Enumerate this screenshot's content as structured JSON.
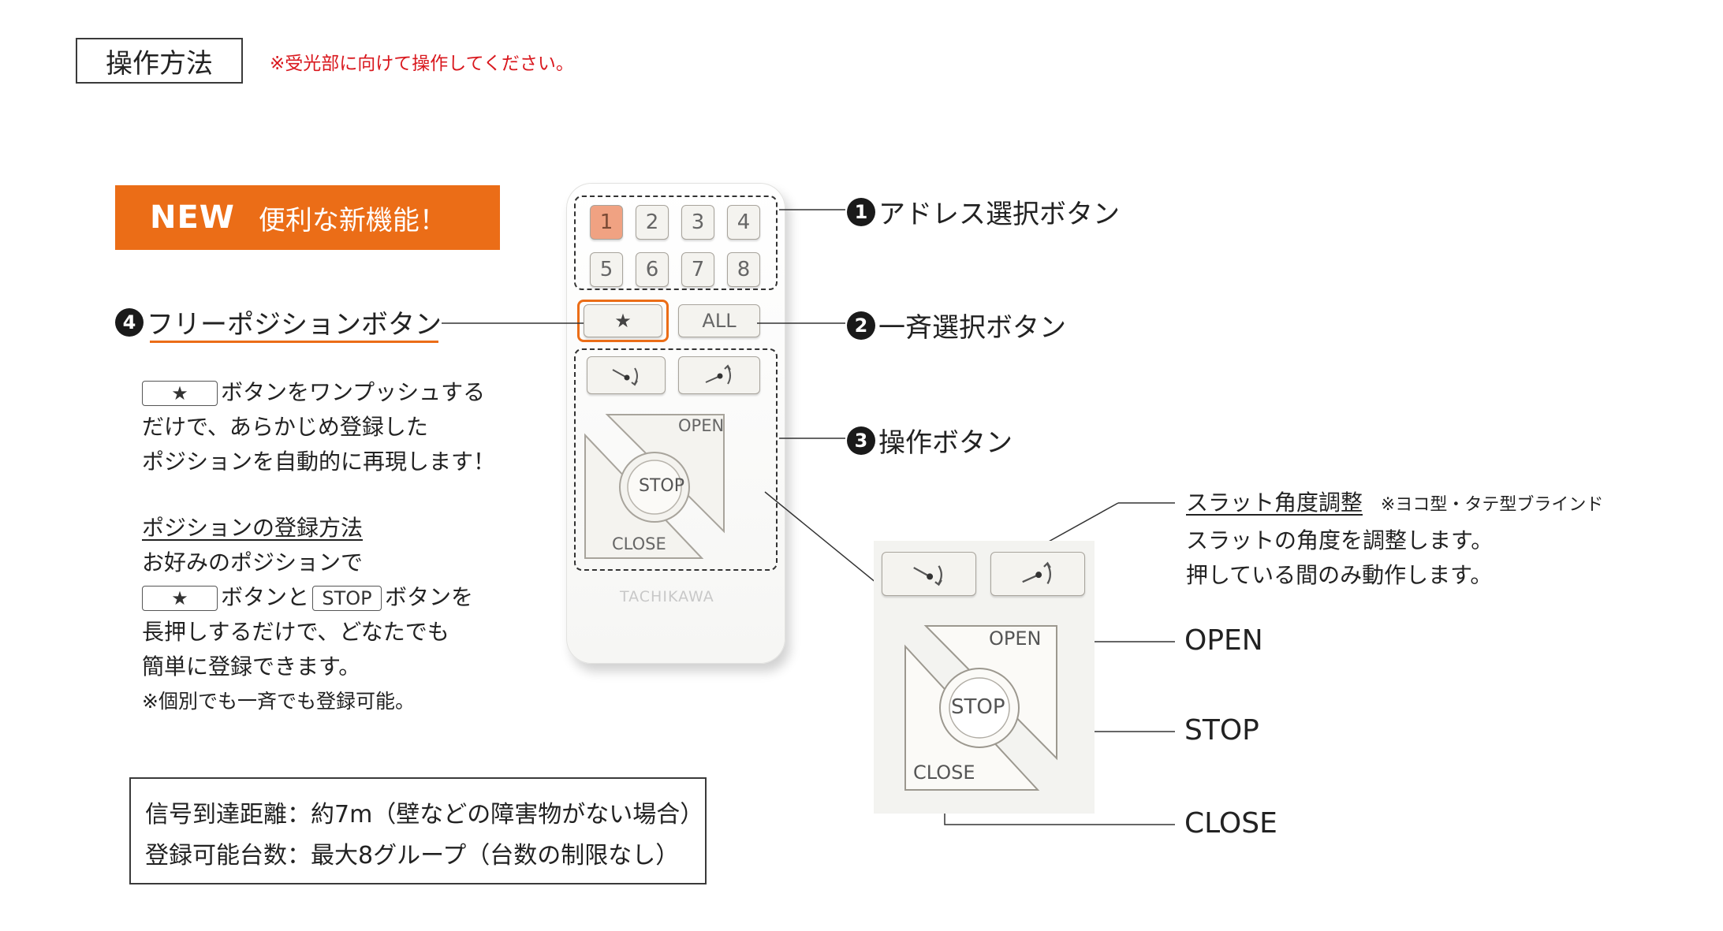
{
  "header": {
    "title": "操作方法",
    "note": "※受光部に向けて操作してください。"
  },
  "badge": {
    "new": "NEW",
    "feature": "便利な新機能！"
  },
  "callouts": {
    "c1": {
      "num": "1",
      "label": "アドレス選択ボタン"
    },
    "c2": {
      "num": "2",
      "label": "一斉選択ボタン"
    },
    "c3": {
      "num": "3",
      "label": "操作ボタン"
    },
    "c4": {
      "num": "4",
      "label": "フリーポジションボタン"
    }
  },
  "free_position": {
    "star": "★",
    "line1": "ボタンをワンプッシュする",
    "line2": "だけで、あらかじめ登録した",
    "line3": "ポジションを自動的に再現します！",
    "reg_title": "ポジションの登録方法",
    "reg_line1": "お好みのポジションで",
    "reg_line2a": "ボタンと",
    "reg_stop": "STOP",
    "reg_line2b": "ボタンを",
    "reg_line3": "長押しするだけで、どなたでも",
    "reg_line4": "簡単に登録できます。",
    "reg_note": "※個別でも一斉でも登録可能。"
  },
  "specs": {
    "line1": "信号到達距離：約7m（壁などの障害物がない場合）",
    "line2": "登録可能台数：最大8グループ（台数の制限なし）"
  },
  "remote": {
    "keys": [
      "1",
      "2",
      "3",
      "4",
      "5",
      "6",
      "7",
      "8"
    ],
    "star": "★",
    "all": "ALL",
    "open": "OPEN",
    "stop": "STOP",
    "close": "CLOSE",
    "brand": "TACHIKAWA"
  },
  "slat": {
    "title": "スラット角度調整",
    "note": "※ヨコ型・タテ型ブラインド",
    "line1": "スラットの角度を調整します。",
    "line2": "押している間のみ動作します。"
  },
  "labels": {
    "open": "OPEN",
    "stop": "STOP",
    "close": "CLOSE"
  },
  "colors": {
    "accent": "#eb6d17",
    "note_red": "#d9181e",
    "key_active": "#f0a282"
  }
}
